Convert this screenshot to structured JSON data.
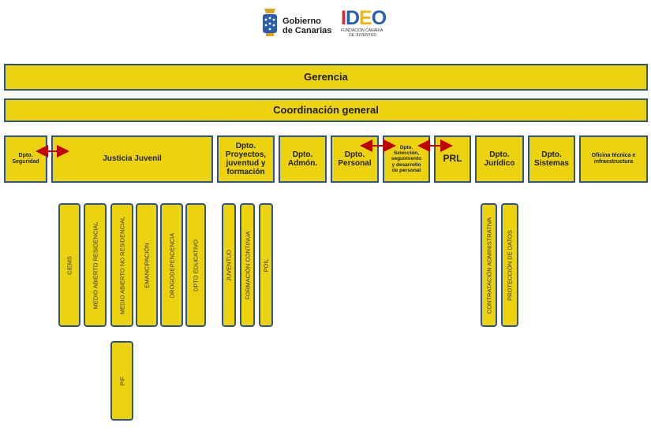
{
  "header": {
    "gobierno_line1": "Gobierno",
    "gobierno_line2": "de Canarias",
    "ideo_letters": [
      "I",
      "D",
      "E",
      "O"
    ],
    "ideo_sub1": "FUNDACIÓN CANARIA",
    "ideo_sub2": "DE JUVENTUD"
  },
  "chart": {
    "top": "Gerencia",
    "second": "Coordinación general",
    "departments": {
      "seguridad": [
        "Dpto.",
        "Seguridad"
      ],
      "justicia": "Justicia Juvenil",
      "proyectos": [
        "Dpto.",
        "Proyectos,",
        "juventud y",
        "formación"
      ],
      "admon": [
        "Dpto.",
        "Admón."
      ],
      "personal": [
        "Dpto.",
        "Personal"
      ],
      "seleccion": [
        "Dpto.",
        "Selección,",
        "seguimiento",
        "y desarrollo",
        "de personal"
      ],
      "prl": "PRL",
      "juridico": [
        "Dpto.",
        "Jurídico"
      ],
      "sistemas": [
        "Dpto.",
        "Sistemas"
      ],
      "oficina": [
        "Oficina técnica e",
        "infraestructura"
      ]
    },
    "justicia_units": [
      "CIEMS",
      "MEDIO ABIERTO RESIDENCIAL",
      "MEDIO ABIERTO  NO RESIDENCIAL",
      "EMANCIPACIÓN",
      "DROGODEPENDENCIA",
      "DPTO EDUCATIVO"
    ],
    "justicia_sub": "PIF",
    "proyectos_units": [
      "JUVENTUD",
      "FORMACIÓN CONTINUA",
      "POIL"
    ],
    "juridico_units": [
      "CONTRATACIÓN ADMINISTRATIVA",
      "PROTECCIÓN DE DATOS"
    ]
  },
  "colors": {
    "box_fill": "#ECD20F",
    "box_border": "#2F5582",
    "arrow": "#C00000",
    "ideo_I": "#D7262E",
    "ideo_D": "#2A5FB0",
    "ideo_E": "#F2B705",
    "ideo_O": "#2A5FB0"
  }
}
